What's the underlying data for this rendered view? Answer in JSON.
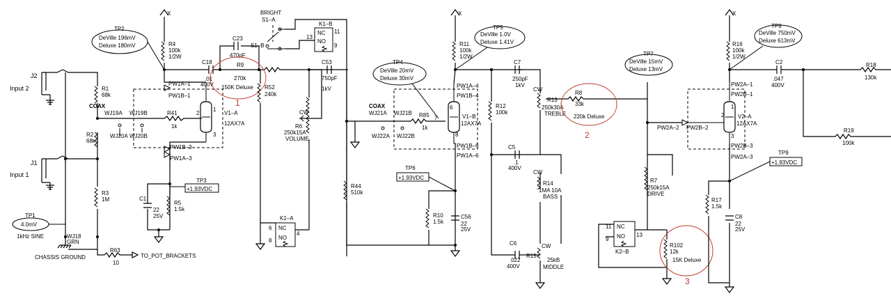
{
  "inputs": {
    "j2": "J2",
    "input2": "Input 2",
    "j1": "J1",
    "input1": "Input 1"
  },
  "tp1": {
    "name": "TP1",
    "value": "4.0mV",
    "desc": "1kHz SINE"
  },
  "ground": {
    "wj18": "WJ18",
    "grn": "GRN",
    "chassis": "CHASSIS GROUND",
    "r63": "R63",
    "r63_val": "10",
    "to_pot": "TO_POT_BRACKETS"
  },
  "stage1": {
    "r1": "R1",
    "r1_val": "68k",
    "r2": "R2",
    "r2_val": "68k",
    "r3": "R3",
    "r3_val": "1M",
    "coax": "COAX",
    "wj19a": "WJ19A",
    "wj19b": "WJ19B",
    "wj20a": "WJ20A",
    "wj20b": "WJ20B",
    "r41": "R41",
    "r41_val": "1k",
    "v1a": "V1–A",
    "v1a_type": "12AX7A",
    "pin2": "2",
    "pin1": "1",
    "pin3": "3",
    "pw1a1": "PW1A–1",
    "pw1b1": "PW1B–1",
    "pw1b3": "PW1B–3",
    "pw1a3": "PW1A–3",
    "c1": "C1",
    "c1_v1": "22",
    "c1_v2": "25V",
    "r5": "R5",
    "r5_val": "1.5k",
    "tp3": "TP3",
    "tp3_val": "+1.93VDC",
    "tp2": "TP2",
    "tp2_dv": "DeVille 196mV",
    "tp2_dx": "Deluxe 180mV",
    "r4": "R4",
    "r4_v1": "100k",
    "r4_v2": "1/2W",
    "x1": "X",
    "c18": "C18",
    "c18_v1": ".01",
    "c18_v2": "400V"
  },
  "bright": {
    "c23": "C23",
    "c23_val": "470pF",
    "bright": "BRIGHT",
    "s1a": "S1–A",
    "s1b": "S1–B",
    "k1b": "K1–B",
    "nc": "NC",
    "no": "NO",
    "p11": "11",
    "p13": "13",
    "p9": "9",
    "r9": "R9",
    "r9_val": "270k",
    "r9_note": "150K Deluxe",
    "note1": "1",
    "c53": "C53",
    "c53_v1": "750pF",
    "c53_v2": "1kV",
    "r52": "R52",
    "r52_val": "240k",
    "r6": "R6",
    "r6_v1": "250k15A",
    "r6_v2": "VOLUME",
    "cw": "CW",
    "k1a": "K1–A",
    "p6": "6",
    "p8": "8",
    "p4": "4"
  },
  "stage2": {
    "r11": "R11",
    "r11_v1": "100k",
    "r11_v2": "1/2W",
    "x2": "X",
    "tp5": "TP5",
    "tp5_dv": "DeVille  1.0V",
    "tp5_dx": "Deluxe  1.41V",
    "tp4": "TP4",
    "tp4_dv": "DeVille 20mV",
    "tp4_dx": "Deluxe 30mV",
    "pw1a4": "PW1A–4",
    "pw1b4": "PW1B–4",
    "pw1b6": "PW1B–6",
    "pw1a6": "PW1A–6",
    "coax": "COAX",
    "wj21a": "WJ21A",
    "wj21b": "WJ21B",
    "wj22a": "WJ22A",
    "wj22b": "WJ22B",
    "r85": "R85",
    "r85_val": "1k",
    "v1b": "V1–B",
    "v1b_type": "12AX7A",
    "pin6": "6",
    "pin7": "7",
    "pin8": "8",
    "r44": "R44",
    "r44_val": "510k",
    "tp6": "TP6",
    "tp6_val": "+1.93VDC",
    "r10": "R10",
    "r10_val": "1.5k",
    "c56": "C56",
    "c56_v1": "22",
    "c56_v2": "25V"
  },
  "tone": {
    "c7": "C7",
    "c7_v1": "250pF",
    "c7_v2": "1kV",
    "r12": "R12",
    "r12_val": "100k",
    "r13": "R13",
    "r13_v1": "250k30A",
    "r13_v2": "TREBLE",
    "r8": "R8",
    "r8_val": "33k",
    "r8_note": "220k Deluxe",
    "note2": "2",
    "c5": "C5",
    "c5_v1": ".1",
    "c5_v2": "400V",
    "r14": "R14",
    "r14_v1": "1MA 10A",
    "r14_v2": "BASS",
    "c6": "C6",
    "c6_v1": ".022",
    "c6_v2": "400V",
    "r15": "R15",
    "r15_v1": "25kB",
    "r15_v2": "MIDDLE",
    "cw": "CW"
  },
  "stage3": {
    "tp7": "TP7",
    "tp7_dv": "DeVille  15mV",
    "tp7_dx": "Deluxe  13mV",
    "r7": "R7",
    "r7_v1": "250k15A",
    "r7_v2": "DRIVE",
    "k2b": "K2–B",
    "nc": "NC",
    "no": "NO",
    "p11": "11",
    "p9": "9",
    "p13": "13",
    "r102": "R102",
    "r102_val": "12k",
    "r102_note": "15K Deluxe",
    "note3": "3",
    "pw2a2": "PW2A–2",
    "pw2b2": "PW2B–2",
    "v2a": "V2–A",
    "v2a_type": "12AX7A",
    "pin2": "2",
    "pin1": "1",
    "pin3": "3",
    "pw2a1": "PW2A–1",
    "pw2b1": "PW2B–1",
    "pw2b3": "PW2B–3",
    "pw2a3": "PW2A–3",
    "r16": "R16",
    "r16_v1": "100k",
    "r16_v2": "1/2W",
    "x3": "X",
    "tp8": "TP8",
    "tp8_dv": "DeVille 750mV",
    "tp8_dx": "Deluxe 613mV",
    "c2": "C2",
    "c2_v1": ".047",
    "c2_v2": "400V",
    "r18": "R18",
    "r18_val": "130k",
    "r19": "R19",
    "r19_val": "100k",
    "tp9": "TP9",
    "tp9_val": "+1.93VDC",
    "r17": "R17",
    "r17_val": "1.5k",
    "c8": "C8",
    "c8_v1": "22",
    "c8_v2": "25V"
  }
}
